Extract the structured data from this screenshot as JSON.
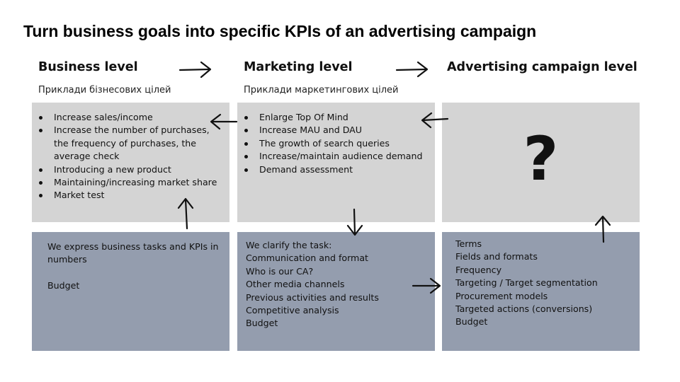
{
  "title": "Turn business goals into specific KPIs of an advertising campaign",
  "columns": [
    {
      "heading": "Business level",
      "subheading": "Приклади бізнесових цілей",
      "goals": [
        "Increase sales/income",
        "Increase the number of purchases, the frequency of purchases, the average check",
        "Introducing a new product",
        "Maintaining/increasing market share",
        "Market test"
      ],
      "details": [
        "We express business tasks and KPIs in numbers",
        "",
        "Budget"
      ]
    },
    {
      "heading": "Marketing level",
      "subheading": "Приклади маркетингових цілей",
      "goals": [
        "Enlarge Top Of Mind",
        "Increase MAU and DAU",
        "The growth of search queries",
        "Increase/maintain audience demand",
        "Demand assessment"
      ],
      "details": [
        "We clarify the task:",
        "Communication and format",
        "Who is our CA?",
        "Other media channels",
        "Previous activities and results",
        "Competitive analysis",
        "Budget"
      ]
    },
    {
      "heading": "Advertising campaign level",
      "placeholder": "?",
      "details": [
        "Terms",
        "Fields and formats",
        "Frequency",
        "Targeting / Target segmentation",
        "Procurement models",
        "Targeted actions (conversions)",
        "Budget"
      ]
    }
  ],
  "icons": {
    "arrow_icon": "hand-drawn-arrow-icon",
    "placeholder_icon": "question-mark-icon"
  },
  "colors": {
    "goal_box": "#d4d4d4",
    "detail_box": "#949dae"
  }
}
